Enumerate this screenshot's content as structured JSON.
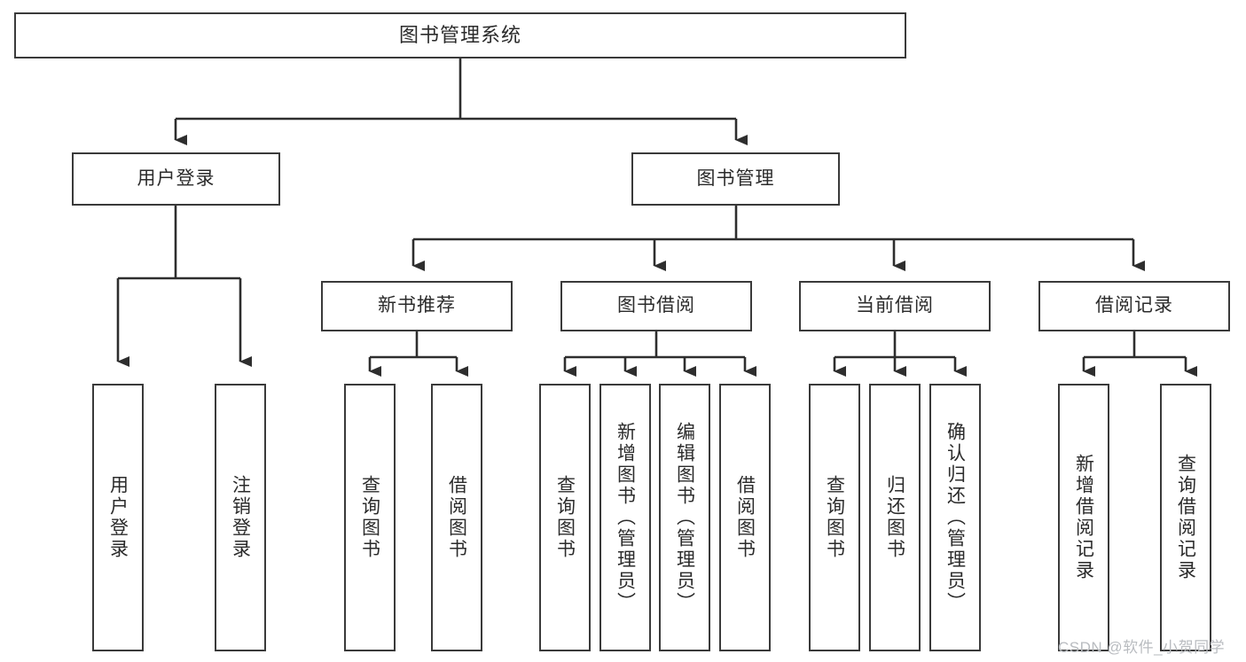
{
  "diagram": {
    "type": "tree-hierarchy",
    "title": "图书管理系统",
    "stroke_color": "#3a3a3a",
    "fill_color": "#ffffff",
    "text_color": "#2b2b2b",
    "nodes": {
      "root": {
        "label": "图书管理系统",
        "level": 0
      },
      "level1": [
        {
          "id": "user_login",
          "label": "用户登录"
        },
        {
          "id": "book_mgmt",
          "label": "图书管理"
        }
      ],
      "level2": [
        {
          "id": "new_book_rec",
          "label": "新书推荐",
          "parent": "book_mgmt"
        },
        {
          "id": "book_borrow",
          "label": "图书借阅",
          "parent": "book_mgmt"
        },
        {
          "id": "current_borrow",
          "label": "当前借阅",
          "parent": "book_mgmt"
        },
        {
          "id": "borrow_record",
          "label": "借阅记录",
          "parent": "book_mgmt"
        }
      ],
      "leaves": [
        {
          "id": "leaf_user_login",
          "label": "用户登录",
          "parent": "user_login"
        },
        {
          "id": "leaf_user_logout",
          "label": "注销登录",
          "parent": "user_login"
        },
        {
          "id": "leaf_query_book_1",
          "label": "查询图书",
          "parent": "new_book_rec"
        },
        {
          "id": "leaf_borrow_book_1",
          "label": "借阅图书",
          "parent": "new_book_rec"
        },
        {
          "id": "leaf_query_book_2",
          "label": "查询图书",
          "parent": "book_borrow"
        },
        {
          "id": "leaf_add_book",
          "label": "新增图书（管理员）",
          "parent": "book_borrow"
        },
        {
          "id": "leaf_edit_book",
          "label": "编辑图书（管理员）",
          "parent": "book_borrow"
        },
        {
          "id": "leaf_borrow_book_2",
          "label": "借阅图书",
          "parent": "book_borrow"
        },
        {
          "id": "leaf_query_book_3",
          "label": "查询图书",
          "parent": "current_borrow"
        },
        {
          "id": "leaf_return_book",
          "label": "归还图书",
          "parent": "current_borrow"
        },
        {
          "id": "leaf_confirm_return",
          "label": "确认归还（管理员）",
          "parent": "current_borrow"
        },
        {
          "id": "leaf_add_record",
          "label": "新增借阅记录",
          "parent": "borrow_record"
        },
        {
          "id": "leaf_query_record",
          "label": "查询借阅记录",
          "parent": "borrow_record"
        }
      ]
    }
  },
  "watermark": {
    "text": "CSDN @软件_小贺同学"
  }
}
